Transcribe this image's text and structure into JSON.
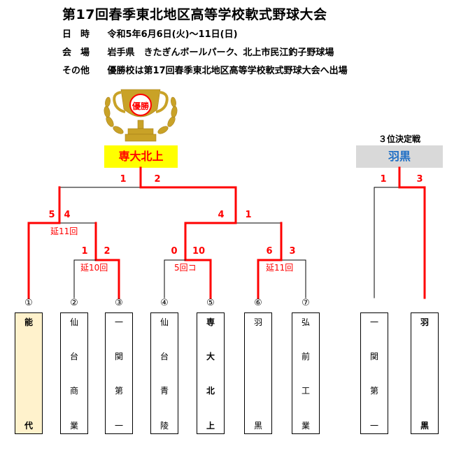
{
  "title": "第17回春季東北地区高等学校軟式野球大会",
  "info": [
    {
      "label": "日　時",
      "value": "令和5年6月6日(火)〜11日(日)"
    },
    {
      "label": "会　場",
      "value": "岩手県　きたぎんボールパーク、北上市民江釣子野球場"
    },
    {
      "label": "その他",
      "value": "優勝校は第17回春季東北地区高等学校軟式野球大会へ出場"
    }
  ],
  "trophy_text": "優勝",
  "champion": "専大北上",
  "third_place": {
    "label": "３位決定戦",
    "winner": "羽黒",
    "scores": [
      "1",
      "3"
    ]
  },
  "teams": [
    {
      "seed": "①",
      "name": [
        "能",
        "代"
      ],
      "highlight": true
    },
    {
      "seed": "②",
      "name": [
        "仙",
        "台",
        "商",
        "業"
      ]
    },
    {
      "seed": "③",
      "name": [
        "一",
        "関",
        "第",
        "一"
      ]
    },
    {
      "seed": "④",
      "name": [
        "仙",
        "台",
        "青",
        "陵"
      ]
    },
    {
      "seed": "⑤",
      "name": [
        "専",
        "大",
        "北",
        "上"
      ],
      "bold": true
    },
    {
      "seed": "⑥",
      "name": [
        "羽",
        "黒"
      ]
    },
    {
      "seed": "⑦",
      "name": [
        "弘",
        "前",
        "工",
        "業"
      ]
    }
  ],
  "third_teams": [
    {
      "name": [
        "一",
        "関",
        "第",
        "一"
      ]
    },
    {
      "name": [
        "羽",
        "黒"
      ],
      "bold": true
    }
  ],
  "scores": {
    "final": [
      "1",
      "2"
    ],
    "semi_left": [
      "5",
      "4"
    ],
    "semi_right": [
      "4",
      "1"
    ],
    "q_23": [
      "1",
      "2"
    ],
    "q_45": [
      "0",
      "10"
    ],
    "q_67": [
      "6",
      "3"
    ]
  },
  "notes": {
    "semi_left": "延11回",
    "q_23": "延10回",
    "q_45": "5回コ",
    "q_67": "延11回"
  },
  "colors": {
    "win_line": "#ff0000",
    "line": "#000000",
    "champion_bg": "#ffff00",
    "third_bg": "#d9d9d9",
    "third_text": "#1f6fc5",
    "highlight_bg": "#fff2cc"
  }
}
